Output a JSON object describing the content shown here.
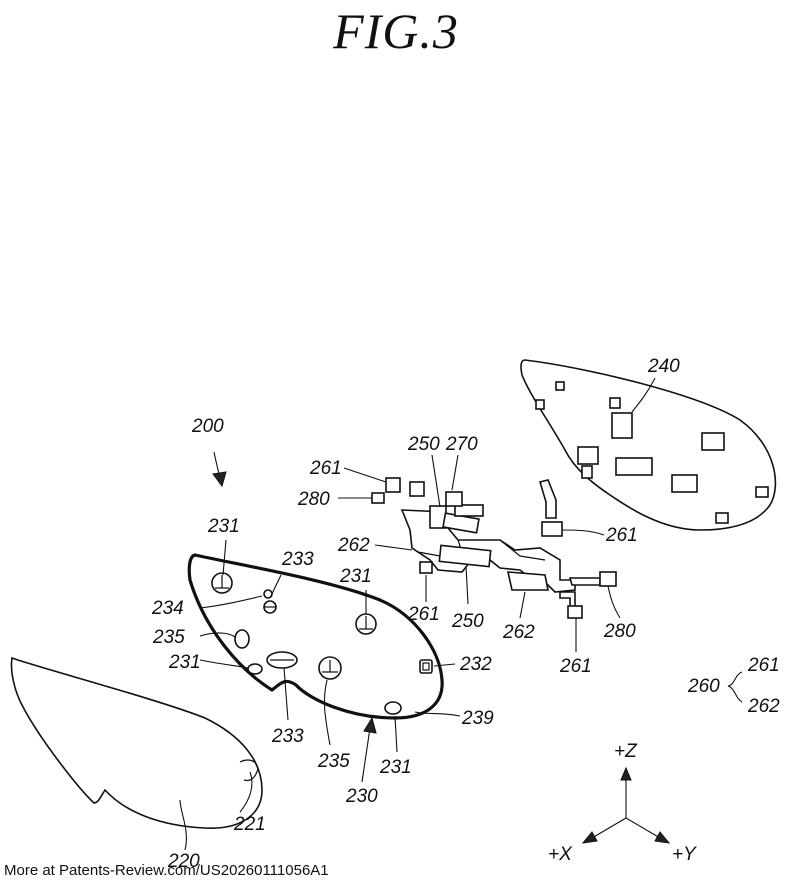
{
  "figure": {
    "title": "FIG.3",
    "refs": {
      "r200": "200",
      "r220": "220",
      "r221": "221",
      "r230": "230",
      "r231": "231",
      "r232": "232",
      "r233": "233",
      "r234": "234",
      "r235": "235",
      "r239": "239",
      "r240": "240",
      "r250": "250",
      "r260": "260",
      "r261": "261",
      "r262": "262",
      "r270": "270",
      "r280": "280"
    },
    "axes": {
      "z": "+Z",
      "x": "+X",
      "y": "+Y"
    }
  },
  "footer": "More at Patents-Review.com/US20260111056A1"
}
